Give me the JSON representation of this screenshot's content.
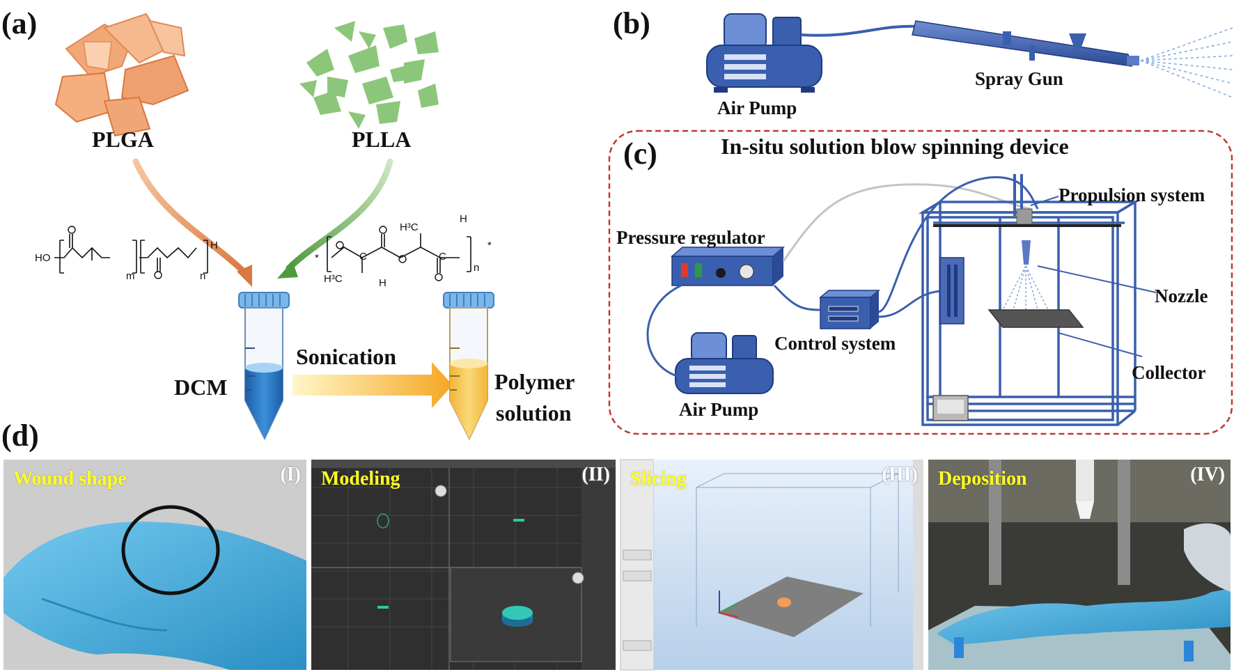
{
  "panel_a": {
    "letter": "(a)",
    "plga": "PLGA",
    "plla": "PLLA",
    "dcm": "DCM",
    "sonication": "Sonication",
    "polymer_line1": "Polymer",
    "polymer_line2": "solution",
    "plga_formula": {
      "ho": "HO",
      "m": "m",
      "n": "n",
      "h": "H"
    },
    "plla_formula": {
      "h3c_top": "H³C",
      "h3c_bottom": "H³C",
      "h_top": "H",
      "h_bottom": "H",
      "c": "C",
      "n": "n",
      "star": "*"
    }
  },
  "panel_b": {
    "letter": "(b)",
    "air_pump": "Air Pump",
    "spray_gun": "Spray Gun"
  },
  "panel_c": {
    "letter": "(c)",
    "title": "In-situ solution blow spinning device",
    "pressure_regulator": "Pressure regulator",
    "control_system": "Control system",
    "air_pump": "Air Pump",
    "propulsion": "Propulsion  system",
    "nozzle": "Nozzle",
    "collector": "Collector"
  },
  "panel_d": {
    "letter": "(d)",
    "photos": [
      {
        "title": "Wound shape",
        "num": "(I)"
      },
      {
        "title": "Modeling",
        "num": "(II)"
      },
      {
        "title": "Slicing",
        "num": "(III)"
      },
      {
        "title": "Deposition",
        "num": "(IV)"
      }
    ]
  },
  "colors": {
    "machine_blue": "#3a5fae",
    "dark_blue": "#1f3a80",
    "plga_orange": "#f2a777",
    "plla_green": "#7fbf6a",
    "dcm_blue": "#2d7ec8",
    "solution_yellow": "#f7c94a",
    "dashed_red": "#c0392b",
    "glove_blue": "#4cb3e0"
  }
}
